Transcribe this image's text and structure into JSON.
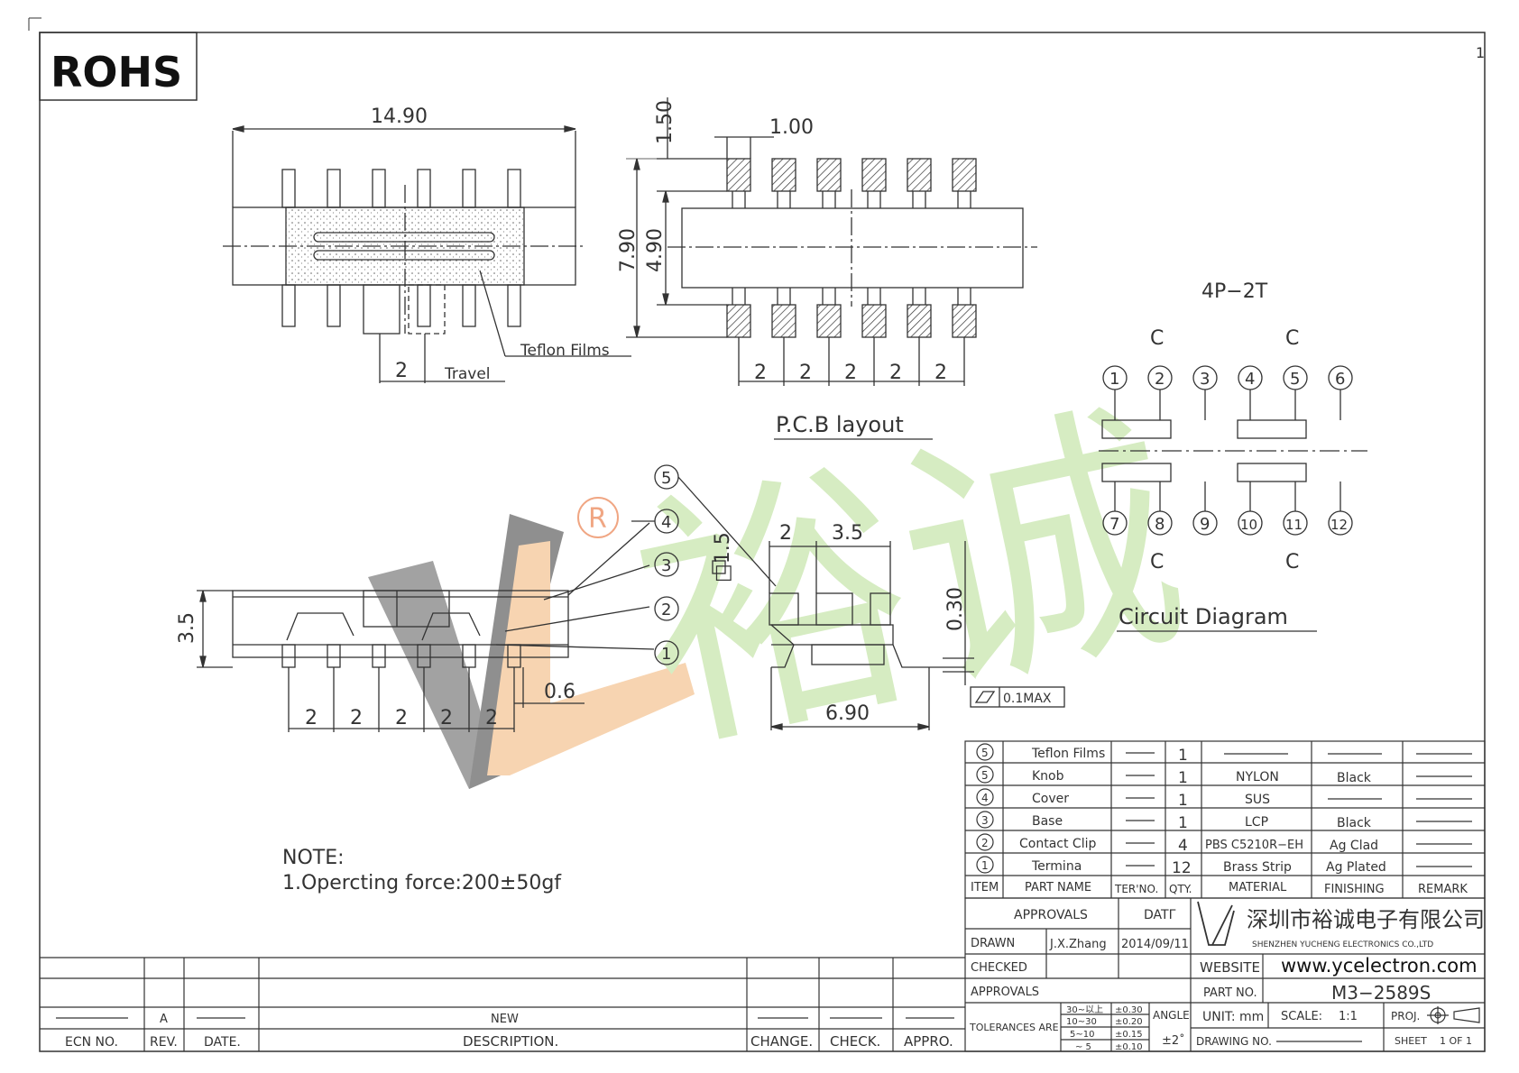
{
  "rohs": "ROHS",
  "sheet_index": "1",
  "top_view": {
    "width_dim": "14.90",
    "travel_dim": "2",
    "travel_label": "Travel",
    "teflon_label": "Teflon Films"
  },
  "pcb": {
    "pitch_dim": "1.00",
    "pad_dim": "1.50",
    "outer_dim": "7.90",
    "inner_dim": "4.90",
    "spacing": [
      "2",
      "2",
      "2",
      "2",
      "2"
    ],
    "title": "P.C.B layout"
  },
  "front_view": {
    "height_dim": "3.5",
    "spacing": [
      "2",
      "2",
      "2",
      "2",
      "2"
    ],
    "offset_dim": "0.6",
    "balloons": [
      "5",
      "4",
      "3",
      "2",
      "1"
    ]
  },
  "side_view": {
    "knob_dim": "□1.5",
    "dim_a": "2",
    "dim_b": "3.5",
    "thickness": "0.30",
    "width": "6.90",
    "flatness": "0.1MAX"
  },
  "circuit": {
    "code": "4P−2T",
    "c_label": "C",
    "top_pins": [
      "1",
      "2",
      "3",
      "4",
      "5",
      "6"
    ],
    "bottom_pins": [
      "7",
      "8",
      "9",
      "10",
      "11",
      "12"
    ],
    "title": "Circuit  Diagram"
  },
  "note": {
    "title": "NOTE:",
    "line1": "1.Opercting  force:200±50gf"
  },
  "bom": {
    "rows": [
      {
        "item": "5",
        "name": "Teflon Films",
        "qty": "1",
        "material": "",
        "finish": "",
        "remark": ""
      },
      {
        "item": "5",
        "name": "Knob",
        "qty": "1",
        "material": "NYLON",
        "finish": "Black",
        "remark": ""
      },
      {
        "item": "4",
        "name": "Cover",
        "qty": "1",
        "material": "SUS",
        "finish": "",
        "remark": ""
      },
      {
        "item": "3",
        "name": "Base",
        "qty": "1",
        "material": "LCP",
        "finish": "Black",
        "remark": ""
      },
      {
        "item": "2",
        "name": "Contact Clip",
        "qty": "4",
        "material": "PBS C5210R−EH",
        "finish": "Ag Clad",
        "remark": ""
      },
      {
        "item": "1",
        "name": "Termina",
        "qty": "12",
        "material": "Brass Strip",
        "finish": "Ag Plated",
        "remark": ""
      }
    ],
    "headers": {
      "item": "ITEM",
      "name": "PART NAME",
      "ter": "TER'NO.",
      "qty": "QTY.",
      "material": "MATERIAL",
      "finish": "FINISHING",
      "remark": "REMARK"
    }
  },
  "title_block": {
    "approvals_header": "APPROVALS",
    "date_header": "DATΓ",
    "drawn": "DRAWN",
    "drawn_by": "J.X.Zhang",
    "drawn_date": "2014/09/11",
    "checked": "CHECKED",
    "approvals": "APPROVALS",
    "company_cn": "深圳市裕诚电子有限公司",
    "company_en": "SHENZHEN YUCHENG ELECTRONICS CO.,LTD",
    "website_label": "WEBSITE",
    "website": "www.ycelectron.com",
    "part_no_label": "PART  NO.",
    "part_no": "M3−2589S",
    "tolerances": "TOLERANCES  ARE",
    "tol_ranges": [
      "30~以上",
      "10~30",
      "5~10",
      "~ 5"
    ],
    "tol_values": [
      "±0.30",
      "±0.20",
      "±0.15",
      "±0.10"
    ],
    "angle_label": "ANGLE",
    "angle_value": "±2˚",
    "unit": "UNIT:  mm",
    "scale": "SCALE:",
    "scale_value": "1:1",
    "proj": "PROJ.",
    "drawing_no": "DRAWING  NO.",
    "sheet": "SHEET",
    "sheet_value": "1  OF  1"
  },
  "revision": {
    "rev_value": "A",
    "desc_value": "NEW",
    "headers": {
      "ecn": "ECN  NO.",
      "rev": "REV.",
      "date": "DATE.",
      "desc": "DESCRIPTION.",
      "change": "CHANGE.",
      "check": "CHECK.",
      "appro": "APPRO."
    }
  },
  "watermark": {
    "cn": "裕诚",
    "mark": "R"
  },
  "colors": {
    "line": "#333333",
    "watermark_green": "#cfe8b8",
    "watermark_gray": "#9a9a9a",
    "watermark_orange": "#f5c9a0"
  }
}
